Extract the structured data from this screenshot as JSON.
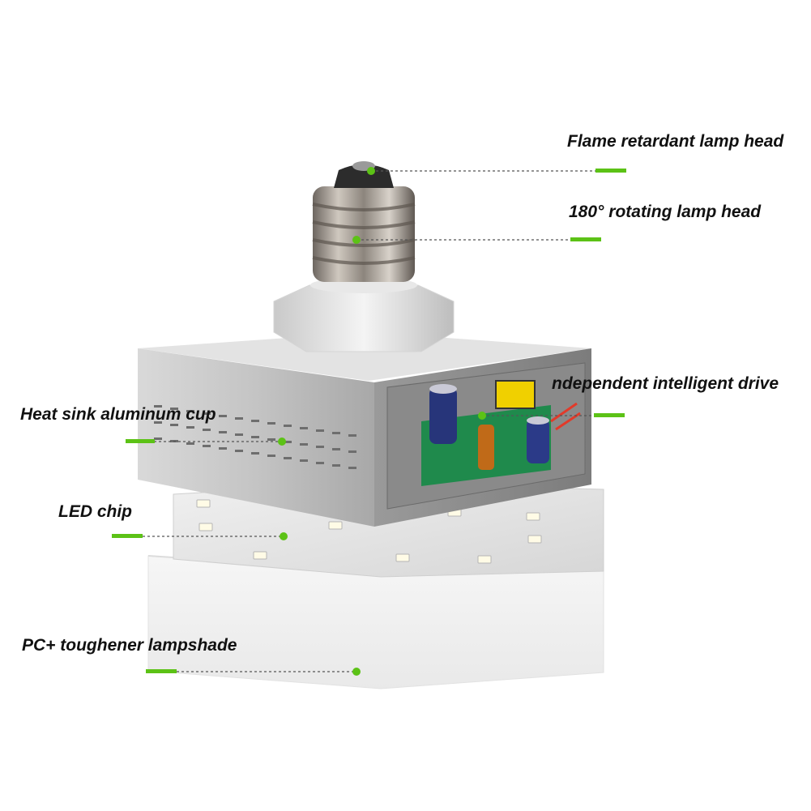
{
  "callouts": [
    {
      "label": "Flame retardant lamp head"
    },
    {
      "label": "180° rotating lamp head"
    },
    {
      "label": "ndependent intelligent drive"
    },
    {
      "label": "Heat sink aluminum cup"
    },
    {
      "label": "LED chip"
    },
    {
      "label": "PC+ toughener lampshade"
    }
  ],
  "colors": {
    "accent": "#5cc216",
    "leader_line": "#555555",
    "label_text": "#111111"
  }
}
